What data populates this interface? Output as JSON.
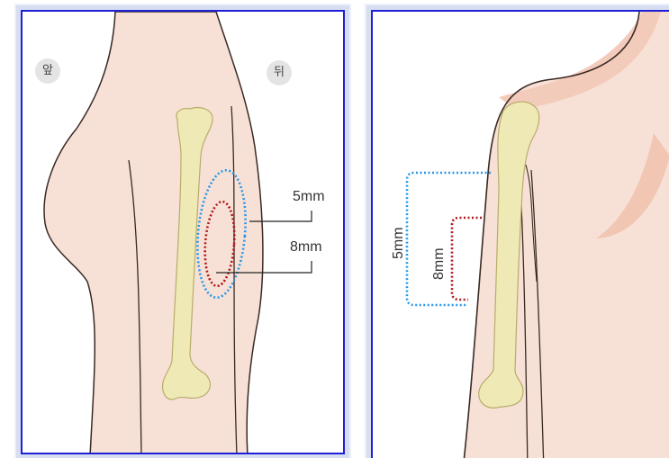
{
  "left_panel": {
    "front_label": "앞",
    "back_label": "뒤",
    "outer_zone_label": "5mm",
    "inner_zone_label": "8mm"
  },
  "right_panel": {
    "outer_zone_label": "5mm",
    "inner_zone_label": "8mm"
  },
  "colors": {
    "frame": "#1f1fd6",
    "skin": "#f7e1d6",
    "bone": "#efe9b6",
    "outer_zone": "#2a97e6",
    "inner_zone": "#b0161a"
  }
}
